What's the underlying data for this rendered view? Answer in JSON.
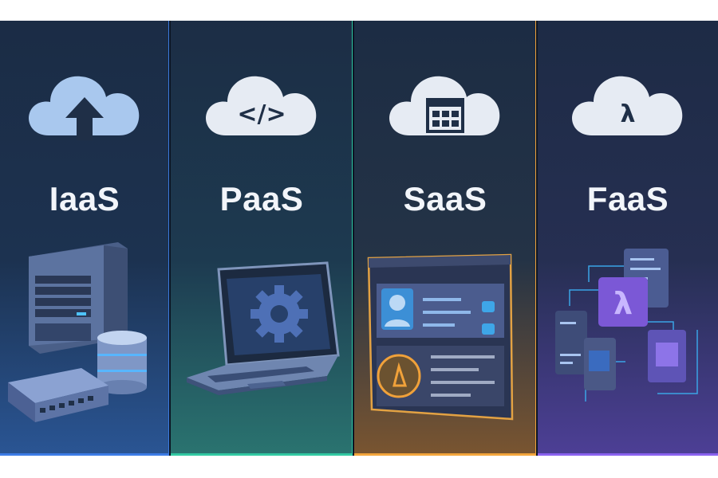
{
  "panels": [
    {
      "title": "IaaS",
      "cloud_icon": "upload-arrow-icon",
      "accent": "#3d7ce6"
    },
    {
      "title": "PaaS",
      "cloud_icon": "code-icon",
      "cloud_glyph": "</>",
      "accent": "#32c9a2"
    },
    {
      "title": "SaaS",
      "cloud_icon": "app-grid-icon",
      "accent": "#f3a53c"
    },
    {
      "title": "FaaS",
      "cloud_icon": "lambda-icon",
      "cloud_glyph": "λ",
      "accent": "#8a62ee"
    }
  ]
}
